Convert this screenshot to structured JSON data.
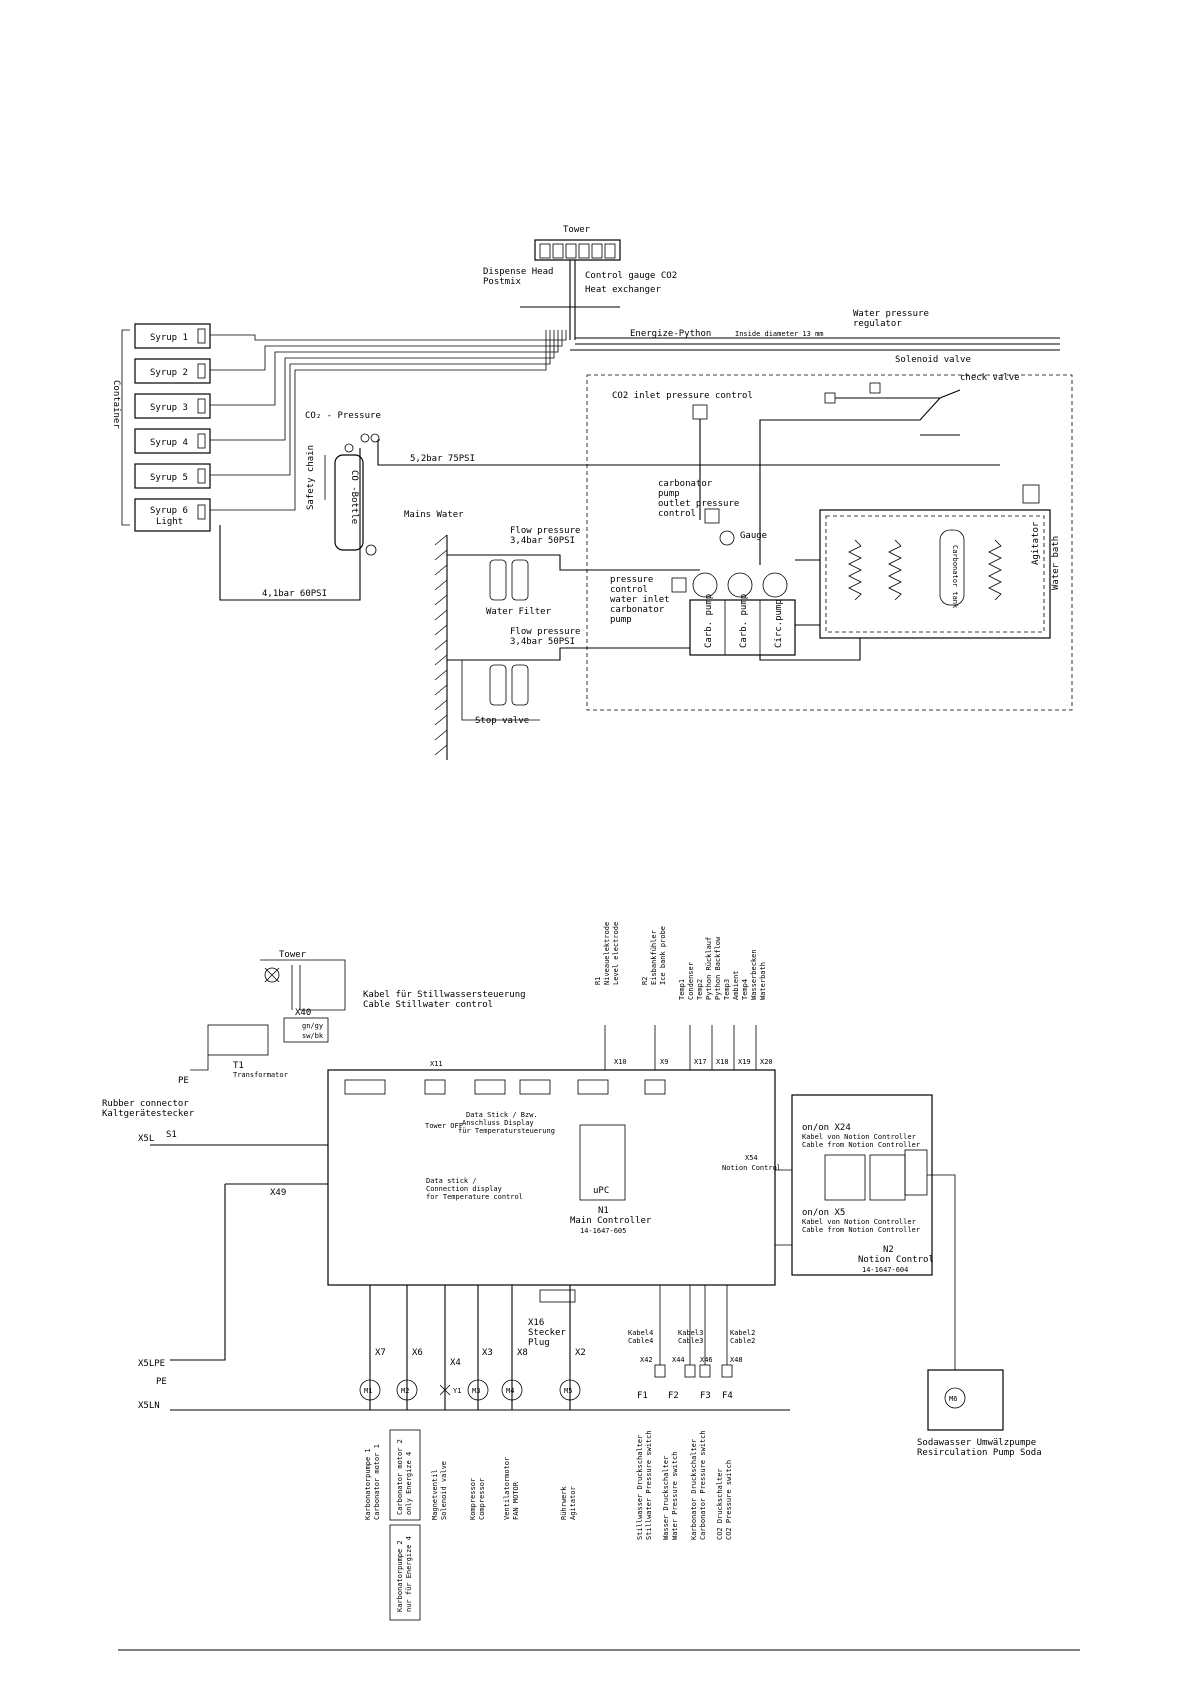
{
  "flow": {
    "tower": "Tower",
    "dispense_head": "Dispense Head",
    "postmix": "Postmix",
    "control_gauge": "Control gauge CO2",
    "heat_exchanger": "Heat exchanger",
    "energize_python": "Energize-Python",
    "inside_diameter": "Inside diameter 13 mm",
    "water_pressure_regulator_1": "Water pressure",
    "water_pressure_regulator_2": "regulator",
    "solenoid_valve": "Solenoid valve",
    "check_valve": "check valve",
    "co2_inlet": "CO2 inlet pressure control",
    "co2_pressure": "CO₂ - Pressure",
    "pressure_52": "5,2bar 75PSI",
    "pressure_41": "4,1bar 60PSI",
    "safety_chain": "Safety chain",
    "co_bottle": "CO -Bottle",
    "container": "Container",
    "syrups": [
      "Syrup 1",
      "Syrup 2",
      "Syrup 3",
      "Syrup 4",
      "Syrup 5",
      "Syrup 6"
    ],
    "syrup6_sub": "Light",
    "mains_water": "Mains Water",
    "flow_pressure": "Flow pressure",
    "flow_pressure_val": "3,4bar 50PSI",
    "water_filter": "Water Filter",
    "stop_valve": "Stop valve",
    "carb_outlet": [
      "carbonator",
      "pump",
      "outlet pressure",
      "control"
    ],
    "gauge": "Gauge",
    "water_inlet": [
      "pressure",
      "control",
      "water inlet",
      "carbonator",
      "pump"
    ],
    "pumps": [
      "Carb. pump",
      "Carb. pump",
      "Circ.pump"
    ],
    "carbonator_tank": "Carbonator tank",
    "agitator": "Agitator",
    "water_bath": "Water bath"
  },
  "elec": {
    "tower": "Tower",
    "cable_still_1": "Kabel für Stillwassersteuerung",
    "cable_still_2": "Cable Stillwater control",
    "x40": "X40",
    "x40_sub": "gn/gy",
    "x40_sub2": "sw/bk",
    "t1": "T1",
    "t1_sub": "Transformator",
    "pe": "PE",
    "rubber_1": "Rubber connector",
    "rubber_2": "Kaltgerätestecker",
    "x5l": "X5L",
    "s1": "S1",
    "x49": "X49",
    "x11": "X11",
    "tower_off": "Tower OFF",
    "data_stick_de_1": "Data Stick / Bzw.",
    "data_stick_de_2": "Anschluss Display",
    "data_stick_de_3": "für Temperatursteuerung",
    "data_stick_en_1": "Data stick /",
    "data_stick_en_2": "Connection display",
    "data_stick_en_3": "for Temperature control",
    "upc": "uPC",
    "n1": "N1",
    "main_controller": "Main Controller",
    "n1_code": "14-1647-605",
    "r1_1": "R1",
    "r1_2": "Niveauelektrode",
    "r1_3": "Level electrode",
    "r2_1": "R2",
    "r2_2": "Eisbankfühler",
    "r2_3": "Ice bank probe",
    "temp_labels": [
      "Temp1",
      "Condenser",
      "Temp2",
      "Python Rücklauf",
      "Python Backflow",
      "Temp3",
      "Ambient",
      "Temp4",
      "Wasserbecken",
      "Waterbath"
    ],
    "x10": "X10",
    "x9": "X9",
    "x17": "X17",
    "x18": "X18",
    "x19": "X19",
    "x20": "X20",
    "x54": "X54",
    "notion_control_lbl": "Notion Control",
    "x24": "on/on X24",
    "x24_de": "Kabel von Notion Controller",
    "x24_en": "Cable from Notion Controller",
    "x5": "on/on X5",
    "x5_de": "Kabel von Notion Controller",
    "x5_en": "Cable from Notion Controller",
    "n2": "N2",
    "n2_name": "Notion Control",
    "n2_code": "14-1647-604",
    "x16_1": "X16",
    "x16_2": "Stecker",
    "x16_3": "Plug",
    "motor_x": [
      "X7",
      "X6",
      "X4",
      "X3",
      "X8",
      "X2"
    ],
    "motors": [
      "M1",
      "M2",
      "Y1",
      "M3",
      "M4",
      "M5"
    ],
    "x5lpe": "X5LPE",
    "x5ln": "X5LN",
    "kabel": [
      "Kabel4",
      "Cable4",
      "Kabel3",
      "Cable3",
      "Kabel2",
      "Cable2"
    ],
    "f_labels": [
      "F1",
      "F2",
      "F3",
      "F4"
    ],
    "x_sw": [
      "X42",
      "X44",
      "X46",
      "X48"
    ],
    "m6": "M6",
    "soda_de": "Sodawasser Umwälzpumpe",
    "soda_en": "Resirculation Pump Soda",
    "bottom": [
      [
        "Karbonatorpumpe 1",
        "Carbonator motor 1"
      ],
      [
        "Magnetventil",
        "Solenoid valve"
      ],
      [
        "Kompressor",
        "Compressor"
      ],
      [
        "Ventilatormotor",
        "FAN MOTOR"
      ],
      [
        "Rührwerk",
        "Agitator"
      ],
      [
        "Stillwasser Druckschalter",
        "Stillwater Pressure switch"
      ],
      [
        "Wasser Druckschalter",
        "Water Pressure switch"
      ],
      [
        "Karbonator Druckschalter",
        "Carbonator Pressure switch"
      ],
      [
        "CO2 Druckschalter",
        "CO2 Pressure switch"
      ]
    ],
    "carb2_box": [
      "Carbonator motor 2",
      "only Energize 4"
    ],
    "carb2_box2": [
      "Karbonatorpumpe 2",
      "nur für Energize 4"
    ]
  }
}
